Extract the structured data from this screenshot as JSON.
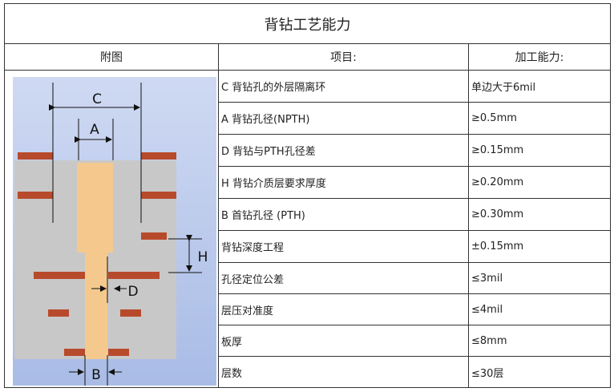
{
  "title": "背钻工艺能力",
  "headers": {
    "figure": "附图",
    "item": "项目:",
    "capability": "加工能力:"
  },
  "rows": [
    {
      "item": "C 背钻孔的外层隔离环",
      "cap": "单边大于6mil"
    },
    {
      "item": "A 背钻孔径(NPTH)",
      "cap": "≥0.5mm"
    },
    {
      "item": "D 背钻与PTH孔径差",
      "cap": "≥0.15mm"
    },
    {
      "item": "H 背钻介质层要求厚度",
      "cap": "≥0.20mm"
    },
    {
      "item": "B 首钻孔径 (PTH)",
      "cap": "≥0.30mm"
    },
    {
      "item": "背钻深度工程",
      "cap": "±0.15mm"
    },
    {
      "item": "孔径定位公差",
      "cap": "≤3mil"
    },
    {
      "item": "层压对准度",
      "cap": "≤4mil"
    },
    {
      "item": "板厚",
      "cap": "≤8mm"
    },
    {
      "item": "层数",
      "cap": "≤30层"
    }
  ],
  "diagram_labels": {
    "c": "C",
    "a": "A",
    "h": "H",
    "d": "D",
    "b": "B"
  },
  "colors": {
    "board": "#c8c8c8",
    "background": "#b8c8ea",
    "copper": "#b84a2c",
    "drill": "#f5c98e"
  }
}
